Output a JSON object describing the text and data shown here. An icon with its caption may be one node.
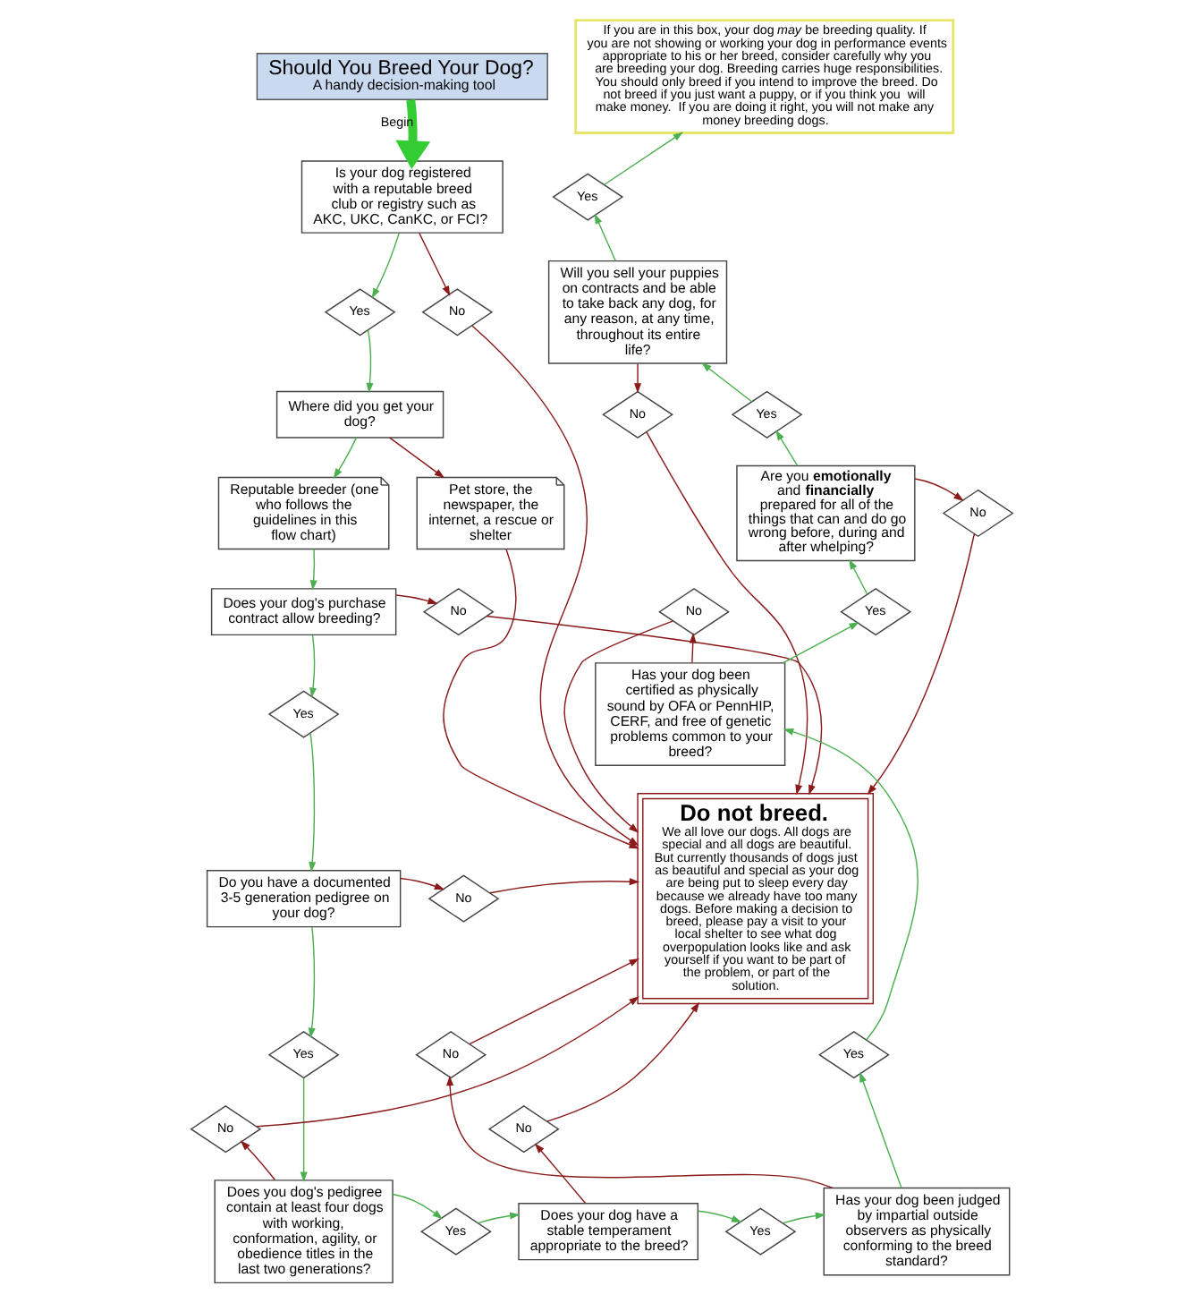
{
  "diagram": {
    "nodes": [
      {
        "text": [
          "Should You Breed Your Dog?",
          "A handy decision-making tool"
        ]
      },
      {
        "text": [
          "If you are in this box, your dog *may* be breeding quality. If you are not showing or working your dog in performance events appropriate to his or her breed, consider carefully why you are breeding your dog. Breeding carries huge responsibilities. You should only breed if you intend to improve the breed. Do not breed if you just want a puppy, or if you think you  will make money.  If you are doing it right, you will not make any money breeding dogs."
        ]
      },
      {
        "text": [
          "Is your dog registered with a reputable breed club or registry such as AKC, UKC, CanKC, or FCI?"
        ]
      },
      {
        "text": [
          "Yes"
        ]
      },
      {
        "text": [
          "Yes"
        ]
      },
      {
        "text": [
          "No"
        ]
      },
      {
        "text": [
          "Will you sell your puppies on contracts and be able to take back any dog, for any reason, at any time, throughout its entire life?"
        ]
      },
      {
        "text": [
          "Where did you get your dog?"
        ]
      },
      {
        "text": [
          "No"
        ]
      },
      {
        "text": [
          "Yes"
        ]
      },
      {
        "text": [
          "Reputable breeder (one who follows the guidelines in this flow chart)"
        ]
      },
      {
        "text": [
          "Pet store, the newspaper, the internet, a rescue or shelter"
        ]
      },
      {
        "text": [
          "No"
        ]
      },
      {
        "text": [
          "Are you **emotionally** and **financially** prepared for all of the things that can and do go wrong before, during and after whelping?"
        ]
      },
      {
        "text": [
          "Does your dog's purchase contract allow breeding?"
        ]
      },
      {
        "text": [
          "No"
        ]
      },
      {
        "text": [
          "No"
        ]
      },
      {
        "text": [
          "Yes"
        ]
      },
      {
        "text": [
          "Yes"
        ]
      },
      {
        "text": [
          "Has your dog been certified as physically sound by OFA or PennHIP, CERF, and free of genetic problems common to your breed?"
        ]
      },
      {
        "text": [
          "Do you have a documented 3-5 generation pedigree on your dog?"
        ]
      },
      {
        "text": [
          "No"
        ]
      },
      {
        "text": [
          "Do not breed.",
          "We all love our dogs. All dogs are special and all dogs are beautiful. But currently thousands of dogs just as beautiful and special as your dog are being put to sleep every day because we already have too many dogs. Before making a decision to breed, please pay a visit to your local shelter to see what dog overpopulation looks like and ask yourself if you want to be part of the problem, or part of the solution."
        ]
      },
      {
        "text": [
          "Yes"
        ]
      },
      {
        "text": [
          "No"
        ]
      },
      {
        "text": [
          "Yes"
        ]
      },
      {
        "text": [
          "No"
        ]
      },
      {
        "text": [
          "No"
        ]
      },
      {
        "text": [
          "Does you dog's pedigree contain at least four dogs with working, conformation, agility, or obedience titles in the last two generations?"
        ]
      },
      {
        "text": [
          "Yes"
        ]
      },
      {
        "text": [
          "Does your dog have a stable temperament appropriate to the breed?"
        ]
      },
      {
        "text": [
          "Yes"
        ]
      },
      {
        "text": [
          "Has your dog been judged by impartial outside observers as physically conforming to the breed standard?"
        ]
      }
    ],
    "edges": [
      {
        "from": 0,
        "to": 2,
        "arrow": "to",
        "label": "Begin",
        "style": "thick",
        "color": "#33cc33"
      },
      {
        "from": 2,
        "to": 4,
        "arrow": "to",
        "color": "#4caf50"
      },
      {
        "from": 2,
        "to": 5,
        "arrow": "to",
        "color": "#8b1a1a"
      },
      {
        "from": 4,
        "to": 7,
        "arrow": "to",
        "color": "#4caf50"
      },
      {
        "from": 5,
        "to": 22,
        "arrow": "to",
        "color": "#8b1a1a"
      },
      {
        "from": 7,
        "to": 10,
        "arrow": "to",
        "color": "#4caf50"
      },
      {
        "from": 7,
        "to": 11,
        "arrow": "to",
        "color": "#8b1a1a"
      },
      {
        "from": 10,
        "to": 14,
        "arrow": "to",
        "color": "#4caf50"
      },
      {
        "from": 11,
        "to": 22,
        "arrow": "to",
        "color": "#8b1a1a"
      },
      {
        "from": 14,
        "to": 15,
        "arrow": "to",
        "color": "#8b1a1a"
      },
      {
        "from": 14,
        "to": 17,
        "arrow": "to",
        "color": "#4caf50"
      },
      {
        "from": 15,
        "to": 22,
        "arrow": "to",
        "color": "#8b1a1a"
      },
      {
        "from": 17,
        "to": 20,
        "arrow": "to",
        "color": "#4caf50"
      },
      {
        "from": 20,
        "to": 21,
        "arrow": "to",
        "color": "#8b1a1a"
      },
      {
        "from": 20,
        "to": 23,
        "arrow": "to",
        "color": "#4caf50"
      },
      {
        "from": 21,
        "to": 22,
        "arrow": "to",
        "color": "#8b1a1a"
      },
      {
        "from": 23,
        "to": 28,
        "arrow": "to",
        "color": "#4caf50"
      },
      {
        "from": 28,
        "to": 26,
        "arrow": "to",
        "color": "#8b1a1a"
      },
      {
        "from": 28,
        "to": 29,
        "arrow": "to",
        "color": "#4caf50"
      },
      {
        "from": 26,
        "to": 22,
        "arrow": "to",
        "color": "#8b1a1a"
      },
      {
        "from": 29,
        "to": 30,
        "arrow": "to",
        "color": "#4caf50"
      },
      {
        "from": 30,
        "to": 27,
        "arrow": "to",
        "color": "#8b1a1a"
      },
      {
        "from": 30,
        "to": 31,
        "arrow": "to",
        "color": "#4caf50"
      },
      {
        "from": 27,
        "to": 22,
        "arrow": "to",
        "color": "#8b1a1a"
      },
      {
        "from": 31,
        "to": 32,
        "arrow": "to",
        "color": "#4caf50"
      },
      {
        "from": 32,
        "to": 24,
        "arrow": "to",
        "color": "#8b1a1a"
      },
      {
        "from": 32,
        "to": 25,
        "arrow": "to",
        "color": "#4caf50"
      },
      {
        "from": 24,
        "to": 22,
        "arrow": "to",
        "color": "#8b1a1a"
      },
      {
        "from": 25,
        "to": 19,
        "arrow": "to",
        "color": "#4caf50"
      },
      {
        "from": 19,
        "to": 16,
        "arrow": "to",
        "color": "#8b1a1a"
      },
      {
        "from": 19,
        "to": 18,
        "arrow": "to",
        "color": "#4caf50"
      },
      {
        "from": 16,
        "to": 22,
        "arrow": "to",
        "color": "#8b1a1a"
      },
      {
        "from": 18,
        "to": 13,
        "arrow": "to",
        "color": "#4caf50"
      },
      {
        "from": 13,
        "to": 12,
        "arrow": "to",
        "color": "#8b1a1a"
      },
      {
        "from": 13,
        "to": 9,
        "arrow": "to",
        "color": "#4caf50"
      },
      {
        "from": 12,
        "to": 22,
        "arrow": "to",
        "color": "#8b1a1a"
      },
      {
        "from": 9,
        "to": 6,
        "arrow": "to",
        "color": "#4caf50"
      },
      {
        "from": 6,
        "to": 8,
        "arrow": "to",
        "color": "#8b1a1a"
      },
      {
        "from": 6,
        "to": 3,
        "arrow": "to",
        "color": "#4caf50"
      },
      {
        "from": 8,
        "to": 22,
        "arrow": "to",
        "color": "#8b1a1a"
      },
      {
        "from": 3,
        "to": 1,
        "arrow": "to",
        "color": "#4caf50"
      }
    ]
  }
}
